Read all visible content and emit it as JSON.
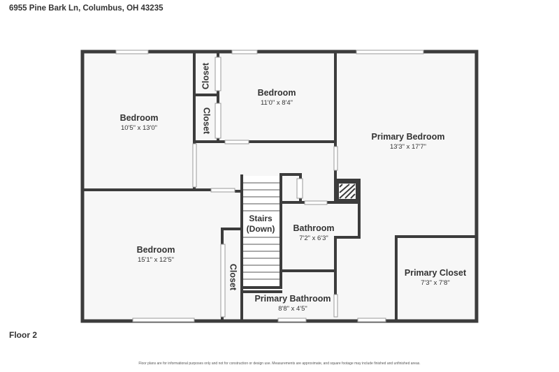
{
  "header": {
    "address": "6955 Pine Bark Ln, Columbus, OH 43235"
  },
  "floor": {
    "label": "Floor 2"
  },
  "footer": {
    "disclaimer": "Floor plans are for informational purposes only and not for construction or design use. Measurements are approximate, and square footage may include finished and unfinished areas."
  },
  "rooms": {
    "bedroom_nw": {
      "name": "Bedroom",
      "dims": "10'5\" x 13'0\""
    },
    "bedroom_n": {
      "name": "Bedroom",
      "dims": "11'0\" x 8'4\""
    },
    "primary_bedroom": {
      "name": "Primary Bedroom",
      "dims": "13'3\" x 17'7\""
    },
    "bedroom_sw": {
      "name": "Bedroom",
      "dims": "15'1\" x 12'5\""
    },
    "stairs": {
      "line1": "Stairs",
      "line2": "(Down)"
    },
    "bathroom": {
      "name": "Bathroom",
      "dims": "7'2\" x 6'3\""
    },
    "primary_closet": {
      "name": "Primary Closet",
      "dims": "7'3\" x 7'8\""
    },
    "primary_bathroom": {
      "name": "Primary Bathroom",
      "dims": "8'8\" x 4'5\""
    },
    "closet_top": {
      "name": "Closet"
    },
    "closet_mid": {
      "name": "Closet"
    },
    "closet_bottom": {
      "name": "Closet"
    }
  },
  "colors": {
    "wall": "#3c3c3c",
    "floor": "#f7f7f7",
    "window": "#d9d9d9"
  }
}
